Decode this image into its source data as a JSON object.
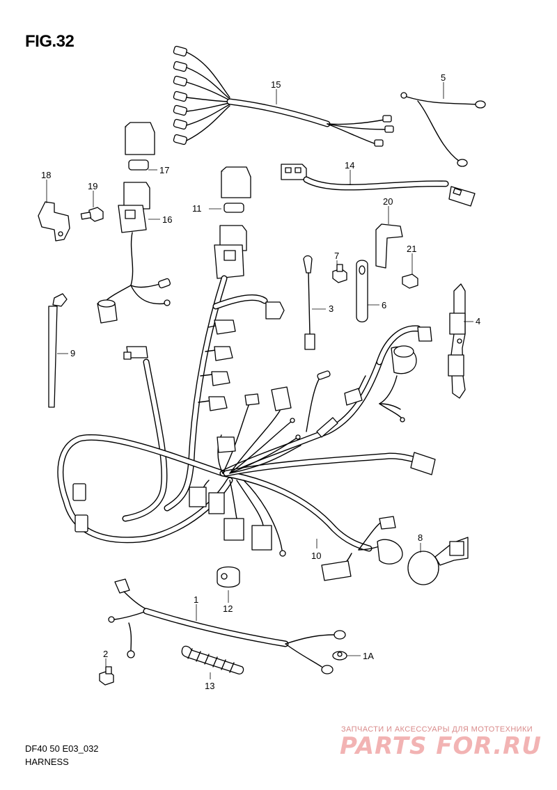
{
  "figure": {
    "title": "FIG.32",
    "code": "DF40 50 E03_032",
    "name": "HARNESS"
  },
  "callouts": {
    "c1": "1",
    "c1a": "1A",
    "c2": "2",
    "c3": "3",
    "c4": "4",
    "c5": "5",
    "c6": "6",
    "c7": "7",
    "c8": "8",
    "c9": "9",
    "c10": "10",
    "c11": "11",
    "c12": "12",
    "c13": "13",
    "c14": "14",
    "c15": "15",
    "c16": "16",
    "c17": "17",
    "c18": "18",
    "c19": "19",
    "c20": "20",
    "c21": "21"
  },
  "watermark": {
    "tagline": "ЗАПЧАСТИ И АКСЕССУАРЫ ДЛЯ МОТОТЕХНИКИ",
    "brand": "PARTS FOR.RU"
  },
  "colors": {
    "line": "#000000",
    "background": "#ffffff",
    "watermark": "#e89a9a"
  }
}
